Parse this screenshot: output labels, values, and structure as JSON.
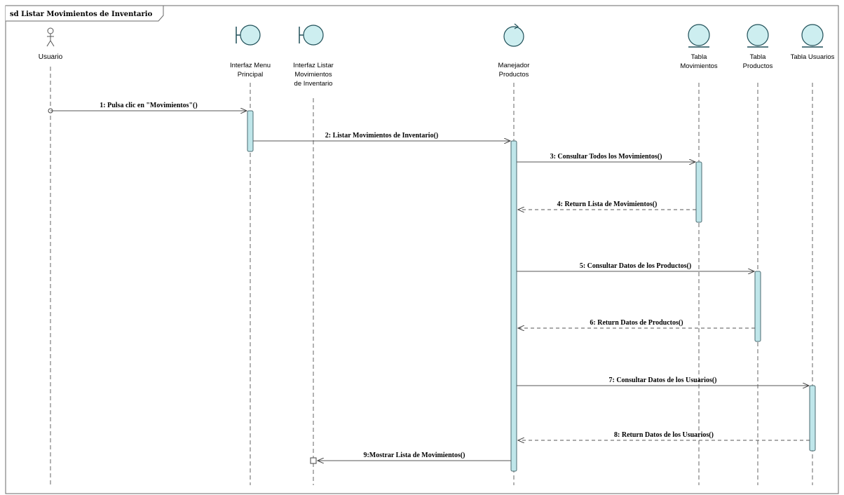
{
  "diagram": {
    "frame_title": "sd Listar Movimientos de Inventario",
    "lifelines": [
      {
        "id": "usuario",
        "kind": "actor",
        "label_lines": [
          "Usuario"
        ]
      },
      {
        "id": "menu",
        "kind": "boundary",
        "label_lines": [
          "Interfaz Menu",
          "Principal"
        ]
      },
      {
        "id": "listar",
        "kind": "boundary",
        "label_lines": [
          "Interfaz Listar",
          "Movimientos",
          "de Inventario"
        ]
      },
      {
        "id": "manejador",
        "kind": "control",
        "label_lines": [
          "Manejador",
          "Productos"
        ]
      },
      {
        "id": "movs",
        "kind": "entity",
        "label_lines": [
          "Tabla",
          "Movimientos"
        ]
      },
      {
        "id": "prods",
        "kind": "entity",
        "label_lines": [
          "Tabla",
          "Productos"
        ]
      },
      {
        "id": "users",
        "kind": "entity",
        "label_lines": [
          "Tabla Usuarios"
        ]
      }
    ],
    "messages": [
      {
        "from": "usuario",
        "to": "menu",
        "label": "1: Pulsa clic en \"Movimientos\"()",
        "return": false
      },
      {
        "from": "menu",
        "to": "manejador",
        "label": "2: Listar Movimientos de Inventario()",
        "return": false
      },
      {
        "from": "manejador",
        "to": "movs",
        "label": "3: Consultar Todos los Movimientos()",
        "return": false
      },
      {
        "from": "movs",
        "to": "manejador",
        "label": "4: Return Lista de Movimientos()",
        "return": true
      },
      {
        "from": "manejador",
        "to": "prods",
        "label": "5: Consultar Datos de los Productos()",
        "return": false
      },
      {
        "from": "prods",
        "to": "manejador",
        "label": "6: Return Datos de Productos()",
        "return": true
      },
      {
        "from": "manejador",
        "to": "users",
        "label": "7: Consultar Datos de los Usuarios()",
        "return": false
      },
      {
        "from": "users",
        "to": "manejador",
        "label": "8: Return Datos de los Usuarios()",
        "return": true
      },
      {
        "from": "manejador",
        "to": "listar",
        "label": "9:Mostrar Lista de Movimientos()",
        "return": false
      }
    ],
    "colors": {
      "shape_fill": "#cdeef0",
      "shape_stroke": "#1f4f58",
      "activation_fill": "#bfe6ea",
      "line": "#555555",
      "frame": "#6a6a6a"
    }
  }
}
